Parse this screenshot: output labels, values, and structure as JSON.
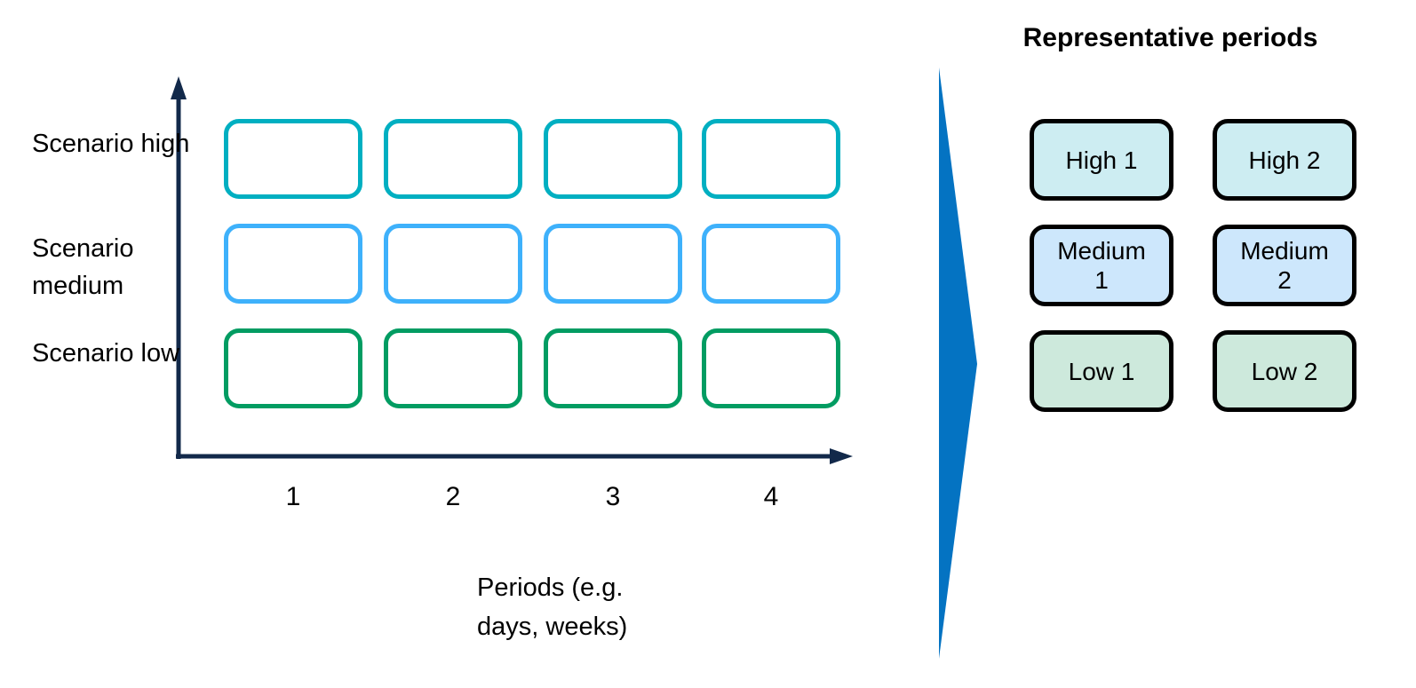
{
  "colors": {
    "axis": "#12294A",
    "arrow": "#0473C2",
    "high-border": "#00AFC1",
    "medium-border": "#3EB1FB",
    "low-border": "#029C62",
    "high-fill": "#CDEDF2",
    "medium-fill": "#CDE7FC",
    "low-fill": "#CDE9DC"
  },
  "diagram": {
    "rows": [
      {
        "label": "Scenario high",
        "level": "high"
      },
      {
        "label": "Scenario medium",
        "level": "medium"
      },
      {
        "label": "Scenario low",
        "level": "low"
      }
    ],
    "x_ticks": [
      "1",
      "2",
      "3",
      "4"
    ],
    "x_axis_label": "Periods (e.g. days, weeks)"
  },
  "right_panel": {
    "title": "Representative periods",
    "boxes": [
      {
        "label": "High 1",
        "level": "high"
      },
      {
        "label": "High 2",
        "level": "high"
      },
      {
        "label": "Medium 1",
        "level": "medium"
      },
      {
        "label": "Medium 2",
        "level": "medium"
      },
      {
        "label": "Low 1",
        "level": "low"
      },
      {
        "label": "Low 2",
        "level": "low"
      }
    ]
  }
}
